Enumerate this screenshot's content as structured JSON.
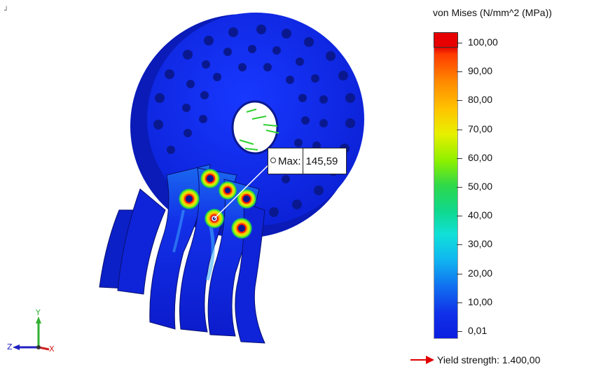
{
  "legend": {
    "title": "von Mises (N/mm^2 (MPa))",
    "ticks": [
      "100,00",
      "90,00",
      "80,00",
      "70,00",
      "60,00",
      "50,00",
      "40,00",
      "30,00",
      "20,00",
      "10,00",
      "0,01"
    ],
    "max_color": "#e80000",
    "min_color": "#0b1ee0"
  },
  "probe": {
    "label": "Max:",
    "value": "145,59"
  },
  "yield": {
    "text": "Yield strength: 1.400,00",
    "arrow_color": "#e00000"
  },
  "triad": {
    "x": "X",
    "y": "Y",
    "z": "Z"
  },
  "corner_mark": "┘",
  "colors": {
    "model_base": "#1228e8",
    "model_shadow": "#0a1bb8",
    "hole": "#0a1890",
    "hot_spot": "#e01000"
  }
}
